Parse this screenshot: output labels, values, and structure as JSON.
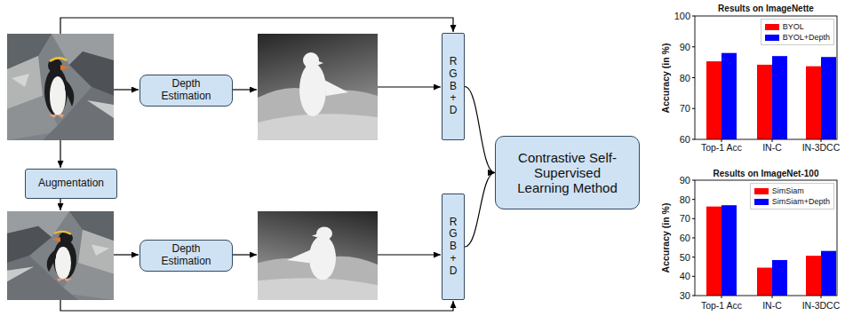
{
  "diagram": {
    "nodes": [
      {
        "text": [
          "Depth Estimation"
        ]
      },
      {
        "text": [
          "R G B + D"
        ]
      },
      {
        "text": [
          "Augmentation"
        ]
      },
      {
        "text": [
          "Contrastive Self-Supervised Learning Method"
        ]
      },
      {
        "text": [
          "Depth Estimation"
        ]
      },
      {
        "text": [
          "R G B + D"
        ]
      }
    ],
    "edges": [
      {
        "from": 1,
        "to": 3,
        "arrow": "to"
      },
      {
        "from": 5,
        "to": 3,
        "arrow": "to"
      }
    ],
    "labels": [
      "Results on ImageNette",
      "Accuracy (in %)",
      "100",
      "90",
      "80",
      "70",
      "60",
      "Top-1 Acc",
      "IN-C",
      "IN-3DCC",
      "Results on ImageNet-100",
      "Accuracy (in %)",
      "90",
      "80",
      "70",
      "60",
      "50",
      "40",
      "30",
      "Top-1 Acc",
      "IN-C",
      "IN-3DCC"
    ],
    "legend": [
      {
        "text": "BYOL",
        "color": "#ff0000"
      },
      {
        "text": "BYOL+Depth",
        "color": "#0000ff"
      },
      {
        "text": "SimSiam",
        "color": "#ff0000"
      },
      {
        "text": "SimSiam+Depth",
        "color": "#0000ff"
      }
    ]
  }
}
